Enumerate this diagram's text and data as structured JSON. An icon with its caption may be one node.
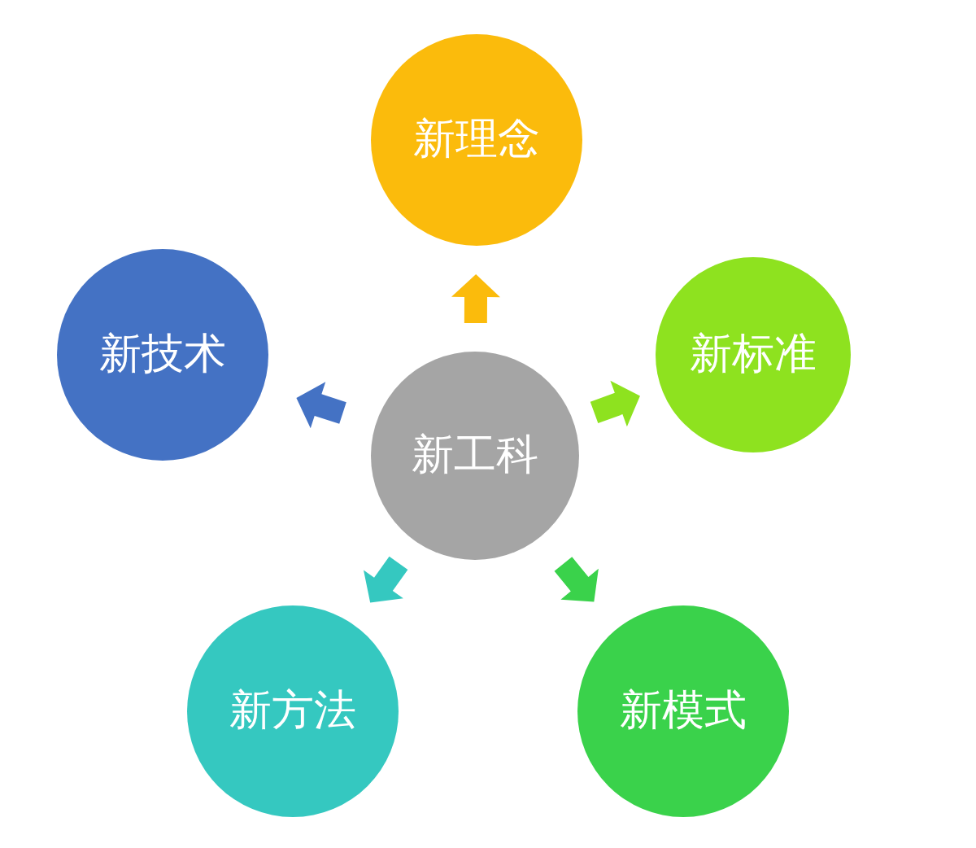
{
  "diagram": {
    "nodes": [
      {
        "text": [
          "新工科"
        ]
      },
      {
        "text": [
          "新理念"
        ]
      },
      {
        "text": [
          "新标准"
        ]
      },
      {
        "text": [
          "新模式"
        ]
      },
      {
        "text": [
          "新方法"
        ]
      },
      {
        "text": [
          "新技术"
        ]
      }
    ],
    "edges": [
      {
        "from": 0,
        "to": 1,
        "arrow": "to",
        "color": "#fbbb0c"
      },
      {
        "from": 0,
        "to": 2,
        "arrow": "to",
        "color": "#8ee21f"
      },
      {
        "from": 0,
        "to": 3,
        "arrow": "to",
        "color": "#3ad24b"
      },
      {
        "from": 0,
        "to": 4,
        "arrow": "to",
        "color": "#35c8c0"
      },
      {
        "from": 0,
        "to": 5,
        "arrow": "to",
        "color": "#4472c4"
      }
    ]
  }
}
